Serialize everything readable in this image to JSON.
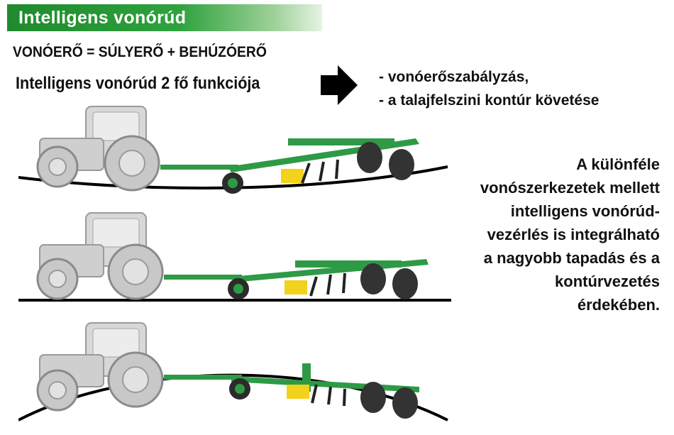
{
  "title": "Intelligens vonórúd",
  "formula": "VONÓERŐ = SÚLYERŐ + BEHÚZÓERŐ",
  "subtitle": "Intelligens vonórúd  2 fő  funkciója",
  "functions": [
    "- vonóerőszabályzás,",
    "- a talajfelszini kontúr követése"
  ],
  "note_lines": [
    "A különféle",
    "vonószerkezetek mellett",
    "intelligens vonórúd-",
    "vezérlés is integrálható",
    "a nagyobb tapadás és a",
    "kontúrvezetés",
    "érdekében."
  ],
  "colors": {
    "title_green": "#1f8a2e",
    "implement_green": "#2e9a46",
    "accent_yellow": "#f2d21a",
    "tractor_grey": "#d2d2d2"
  },
  "scenes": [
    {
      "terrain": "concave",
      "label": "tractor-implement-valley"
    },
    {
      "terrain": "flat",
      "label": "tractor-implement-flat"
    },
    {
      "terrain": "convex",
      "label": "tractor-implement-hill"
    }
  ]
}
